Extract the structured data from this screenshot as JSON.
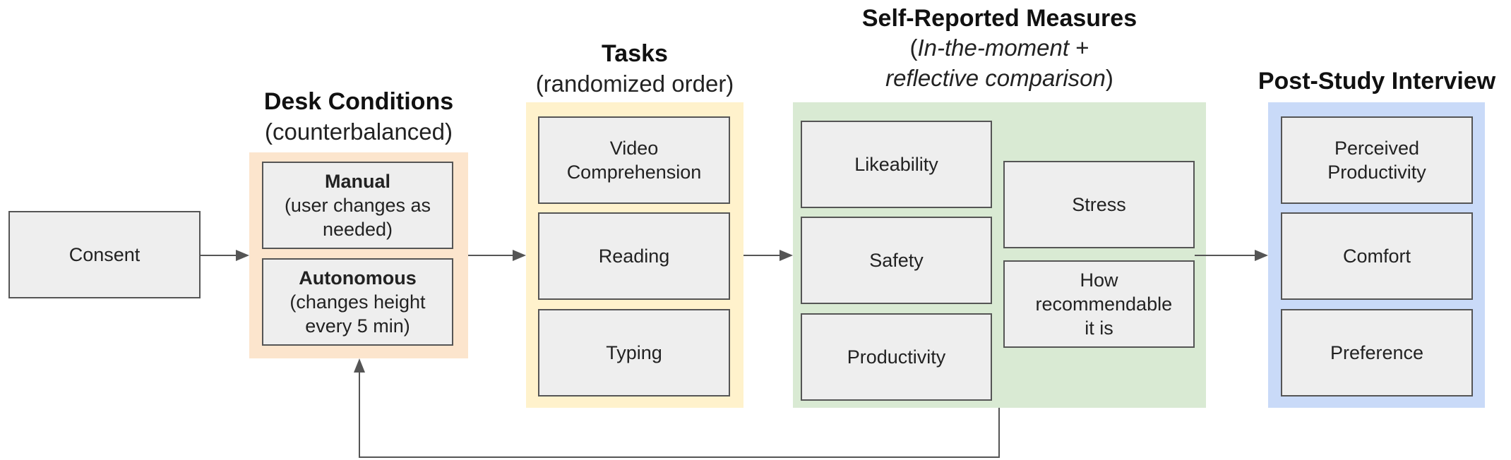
{
  "consent": {
    "label": "Consent"
  },
  "desk_conditions": {
    "title": "Desk Conditions",
    "subtitle": "(counterbalanced)",
    "items": [
      {
        "label": "Manual",
        "detail": "(user changes as needed)"
      },
      {
        "label": "Autonomous",
        "detail": "(changes height every 5 min)"
      }
    ]
  },
  "tasks": {
    "title": "Tasks",
    "subtitle": "(randomized order)",
    "items": [
      {
        "label": "Video Comprehension"
      },
      {
        "label": "Reading"
      },
      {
        "label": "Typing"
      }
    ]
  },
  "self_reported": {
    "title": "Self-Reported Measures",
    "subtitle_open": "(",
    "subtitle_italic_1": "In-the-moment",
    "subtitle_plus": " +",
    "subtitle_italic_2": "reflective comparison",
    "subtitle_close": ")",
    "left_items": [
      {
        "label": "Likeability"
      },
      {
        "label": "Safety"
      },
      {
        "label": "Productivity"
      }
    ],
    "right_items": [
      {
        "label": "Stress"
      },
      {
        "label": "How recommendable it is"
      }
    ]
  },
  "interview": {
    "title": "Post-Study Interview",
    "items": [
      {
        "label": "Perceived Productivity"
      },
      {
        "label": "Comfort"
      },
      {
        "label": "Preference"
      }
    ]
  },
  "colors": {
    "desk_bg": "#fce5cd",
    "tasks_bg": "#fff2cc",
    "measures_bg": "#d9ead3",
    "interview_bg": "#c9daf8",
    "box_bg": "#eeeeee",
    "box_border": "#555555",
    "arrow": "#555555"
  }
}
